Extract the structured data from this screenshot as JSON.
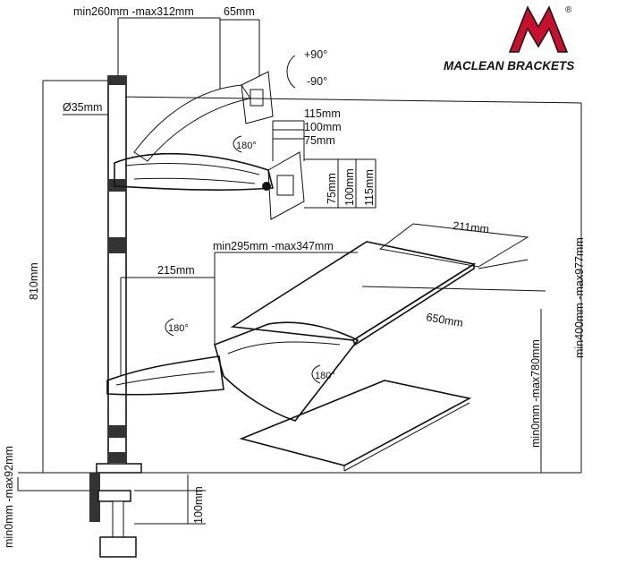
{
  "brand": {
    "name": "MACLEAN BRACKETS",
    "registered_mark": "®",
    "logo_colors": {
      "red": "#c8102e",
      "black": "#111111"
    }
  },
  "dimensions": {
    "arm_reach_top": "min260mm -max312mm",
    "arm_depth_top": "65mm",
    "pole_diameter": "Ø35mm",
    "tilt_up": "+90°",
    "tilt_down": "-90°",
    "rotate_monitor": "180°",
    "vesa_w_115": "115mm",
    "vesa_w_100": "100mm",
    "vesa_w_75": "75mm",
    "vesa_h_75": "75mm",
    "vesa_h_100": "100mm",
    "vesa_h_115": "115mm",
    "keyboard_depth": "211mm",
    "keyboard_reach": "min295mm -max347mm",
    "keyboard_offset": "215mm",
    "keyboard_width": "650mm",
    "rotate_keyboard": "180°",
    "rotate_tray": "180°",
    "pole_height": "810mm",
    "total_height": "min400mm -max977mm",
    "keyboard_height": "min0mm -max780mm",
    "desk_clamp_range": "min0mm -max92mm",
    "clamp_depth": "100mm"
  }
}
